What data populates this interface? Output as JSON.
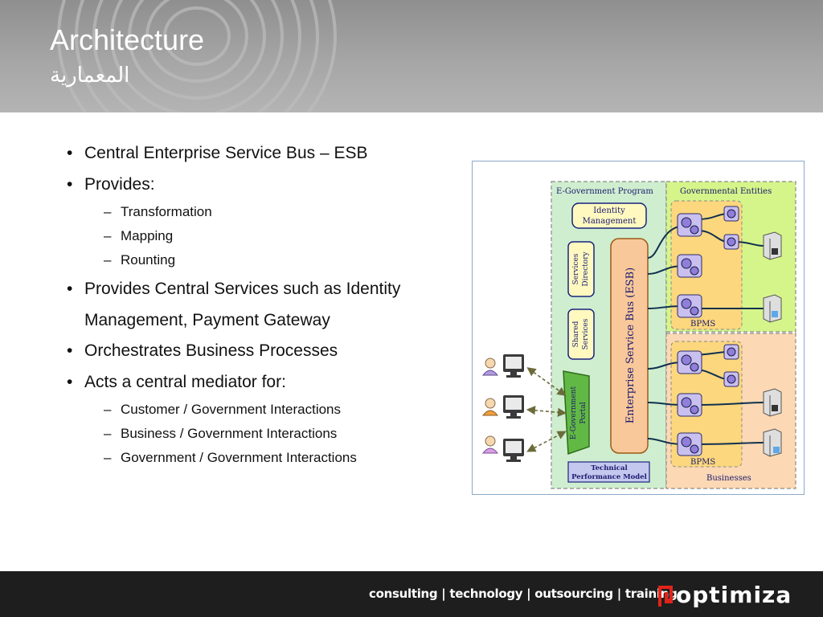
{
  "header": {
    "title": "Architecture",
    "subtitle": "المعمارية"
  },
  "bullets": [
    {
      "text": "Central Enterprise Service Bus – ESB",
      "sub": []
    },
    {
      "text": "Provides:",
      "sub": [
        "Transformation",
        "Mapping",
        "Rounting"
      ]
    },
    {
      "text": "Provides Central Services such as Identity Management, Payment Gateway",
      "sub": []
    },
    {
      "text": "Orchestrates Business Processes",
      "sub": []
    },
    {
      "text": "Acts a central mediator for:",
      "sub": [
        "Customer / Government Interactions",
        "Business / Government Interactions",
        "Government / Government Interactions"
      ]
    }
  ],
  "diagram": {
    "egov_program": "E-Government Program",
    "gov_entities": "Governmental Entities",
    "identity_management_1": "Identity",
    "identity_management_2": "Management",
    "services_directory_1": "Services",
    "services_directory_2": "Directory",
    "shared_services_1": "Shared",
    "shared_services_2": "Services",
    "egov_portal_1": "E-Government",
    "egov_portal_2": "Portal",
    "esb": "Enterprise Service Bus (ESB)",
    "technical_model_1": "Technical",
    "technical_model_2": "Performance Model",
    "bpms_top": "BPMS",
    "bpms_bottom": "BPMS",
    "businesses": "Businesses"
  },
  "footer": {
    "tagline": "consulting | technology | outsourcing | training",
    "logo_text": "optimiza"
  },
  "colors": {
    "header_gray": "#a6a6a6",
    "footer_black": "#1e1e1e",
    "logo_red": "#e2231a",
    "esb_orange": "#f9c89a",
    "program_green": "#cfeecf",
    "entities_green": "#d5f58a",
    "businesses_peach": "#fcd9b4"
  }
}
